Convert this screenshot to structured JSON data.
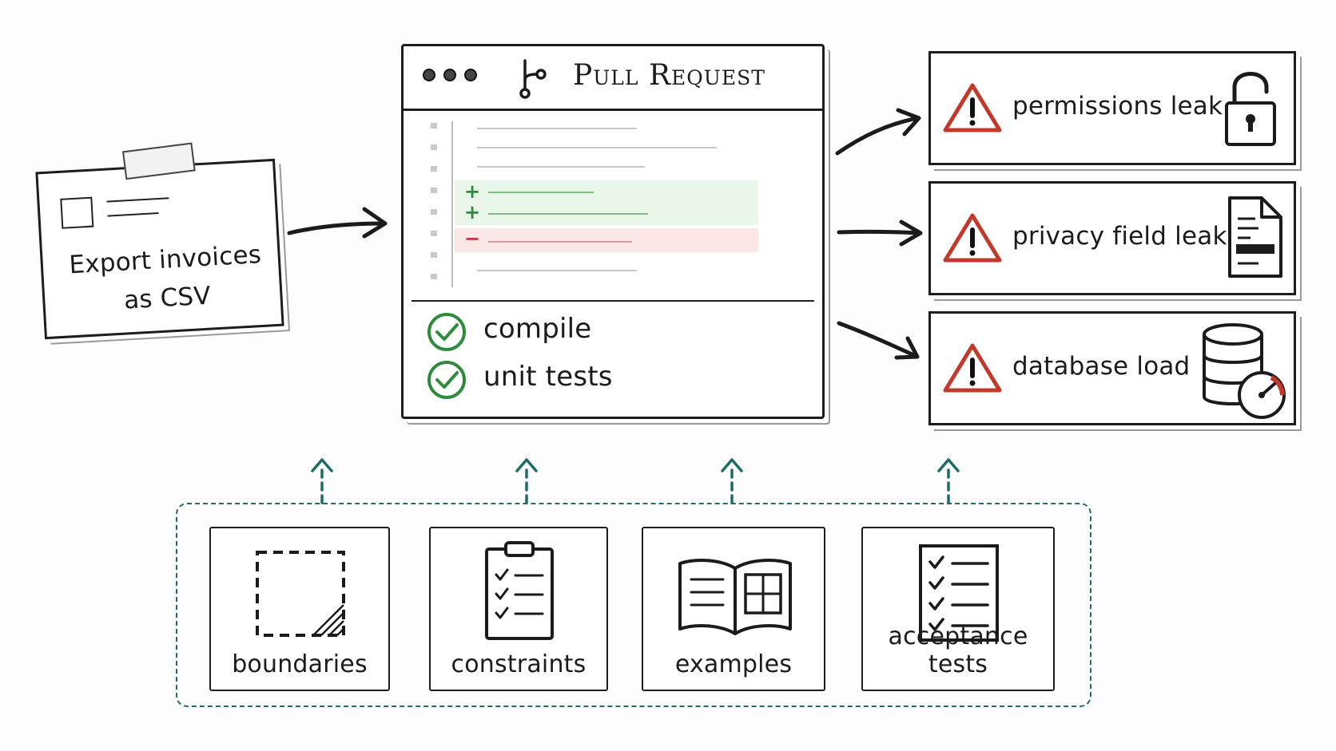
{
  "ticket": {
    "title": "Export invoices as CSV"
  },
  "pull_request": {
    "title": "Pull Request",
    "diff": {
      "added_marker": "+",
      "removed_marker": "−"
    },
    "checks": [
      {
        "label": "compile",
        "status": "passed"
      },
      {
        "label": "unit tests",
        "status": "passed"
      }
    ]
  },
  "risks": [
    {
      "label": "permissions leak",
      "icon": "open-padlock-icon"
    },
    {
      "label": "privacy field leak",
      "icon": "redacted-document-icon"
    },
    {
      "label": "database load",
      "icon": "database-gauge-icon"
    }
  ],
  "context": [
    {
      "label": "boundaries",
      "icon": "dashed-square-icon"
    },
    {
      "label": "constraints",
      "icon": "clipboard-checklist-icon"
    },
    {
      "label": "examples",
      "icon": "open-book-icon"
    },
    {
      "label": "acceptance tests",
      "icon": "checklist-icon"
    }
  ],
  "colors": {
    "ink": "#1c1c1c",
    "warning": "#c0392b",
    "success": "#2e8b3d",
    "context_teal": "#1f6b66",
    "diff_added_bg": "#e9f6e9",
    "diff_removed_bg": "#fbe7e7"
  }
}
